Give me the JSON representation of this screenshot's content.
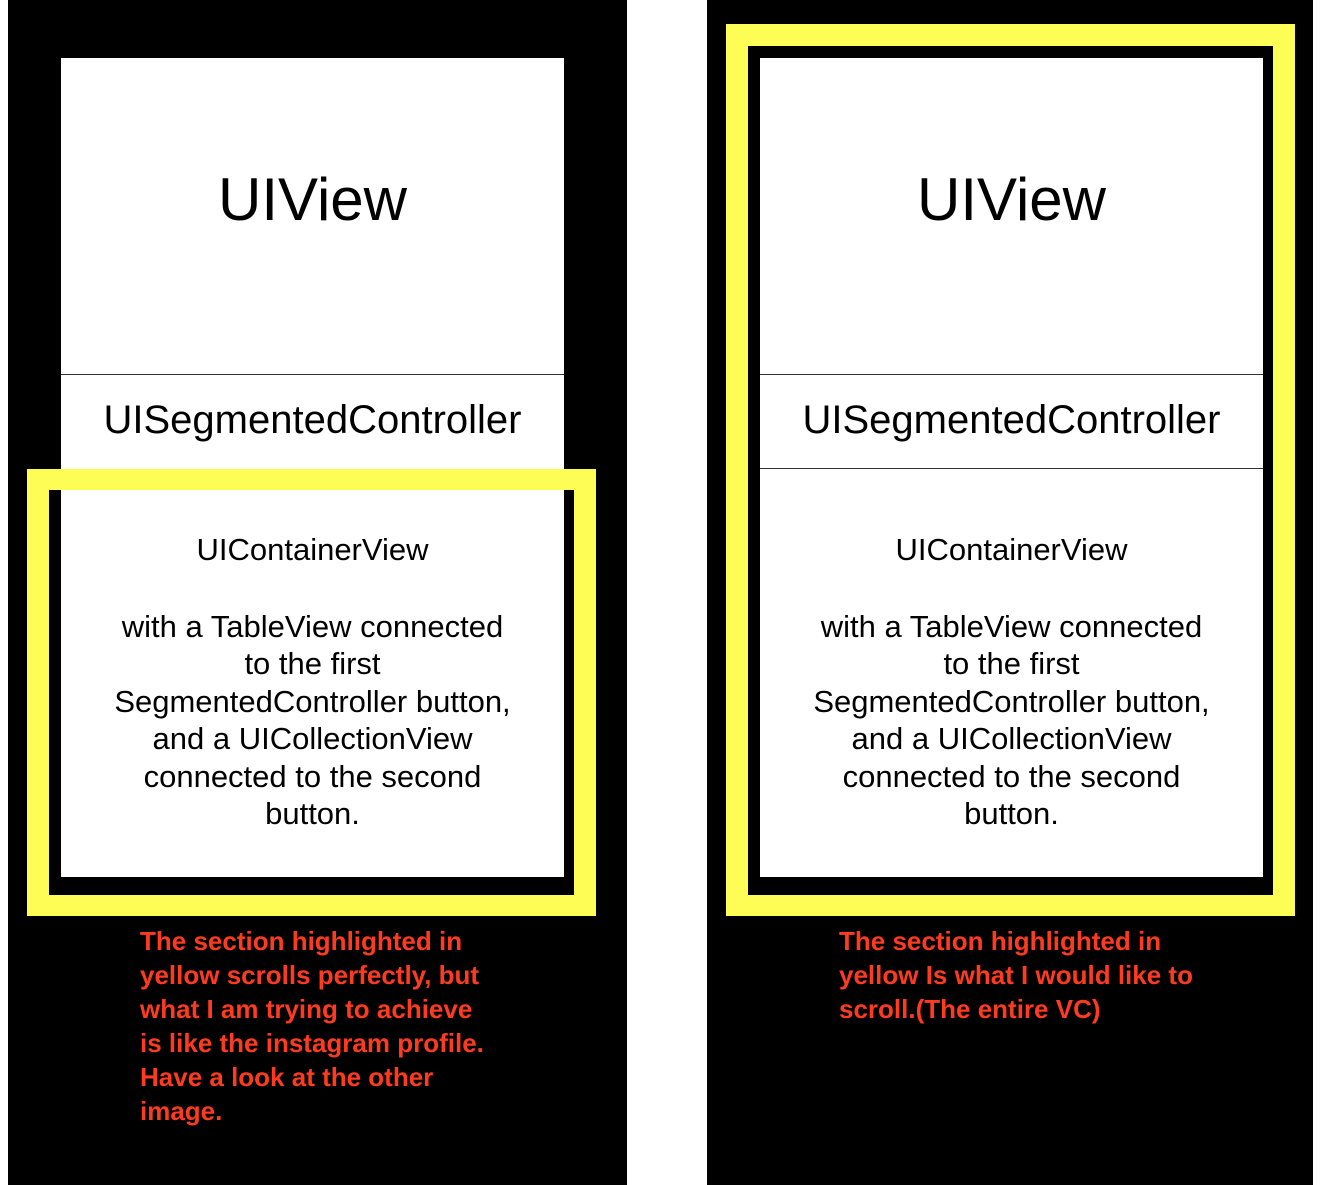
{
  "left": {
    "uiview_label": "UIView",
    "segmented_label": "UISegmentedController",
    "container_title": "UIContainerView",
    "container_desc": "with a TableView connected\nto the first\nSegmentedController button,\nand a UICollectionView\nconnected to the second\nbutton.",
    "note": "The section highlighted in\nyellow scrolls perfectly, but\nwhat I am trying to achieve\nis like the instagram profile.\nHave a look at the other\nimage."
  },
  "right": {
    "uiview_label": "UIView",
    "segmented_label": "UISegmentedController",
    "container_title": "UIContainerView",
    "container_desc": "with a TableView connected\nto the first\nSegmentedController button,\nand a UICollectionView\nconnected to the second\nbutton.",
    "note": "The section highlighted in\nyellow Is what I would like to\nscroll.(The entire VC)"
  },
  "colors": {
    "background": "#000000",
    "highlight": "#FDFD55",
    "note_text": "#FF3B1F",
    "box_fill": "#FFFFFF"
  }
}
